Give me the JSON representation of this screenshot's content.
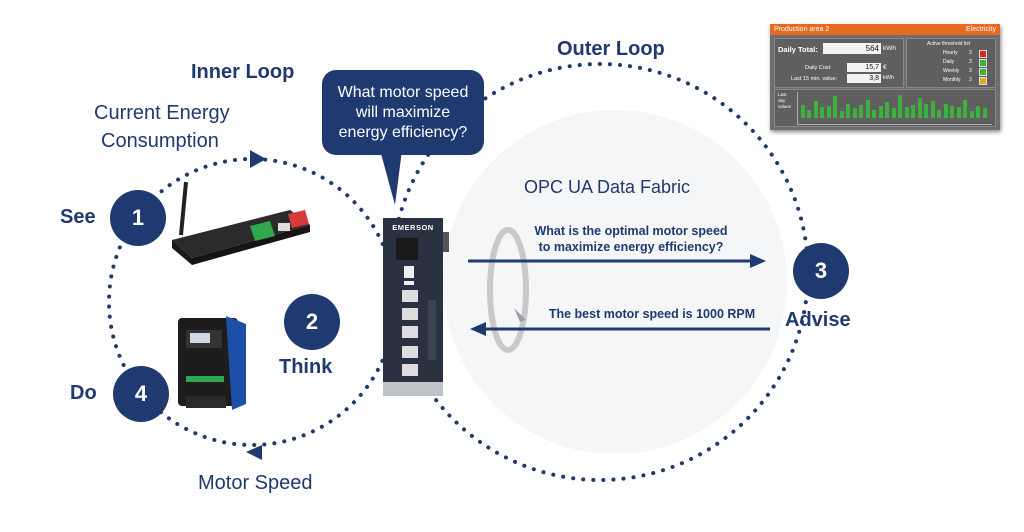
{
  "labels": {
    "inner_loop": "Inner Loop",
    "outer_loop": "Outer Loop",
    "current_energy_line1": "Current Energy",
    "current_energy_line2": "Consumption",
    "see": "See",
    "think": "Think",
    "do": "Do",
    "advise": "Advise",
    "motor_speed": "Motor Speed",
    "opc_ua": "OPC UA Data Fabric"
  },
  "steps": [
    "1",
    "2",
    "3",
    "4"
  ],
  "bubble": {
    "line1": "What motor speed",
    "line2": "will maximize",
    "line3": "energy efficiency?"
  },
  "arrows": {
    "question_line1": "What is the optimal motor speed",
    "question_line2": "to maximize energy efficiency?",
    "answer": "The best motor speed is 1000 RPM"
  },
  "device": {
    "brand": "EMERSON"
  },
  "dashboard": {
    "title_left": "Production area 2",
    "title_right": "Electricity",
    "daily_total_label": "Daily Total:",
    "daily_total_value": "564",
    "daily_total_unit": "kWh",
    "daily_cost_label": "Daily Cost:",
    "daily_cost_value": "15,7",
    "daily_cost_unit": "€",
    "last15_label": "Last 15 min. value:",
    "last15_value": "3,8",
    "last15_unit": "kWh",
    "threshold_title": "Active threshold list",
    "thresholds": [
      {
        "label": "Hourly",
        "value": "3",
        "status_color": "#d9281e"
      },
      {
        "label": "Daily",
        "value": "3",
        "status_color": "#3cb13c"
      },
      {
        "label": "Weekly",
        "value": "3",
        "status_color": "#3cb13c"
      },
      {
        "label": "Monthly",
        "value": "3",
        "status_color": "#e6a81e"
      }
    ],
    "chart_label_1": "Last",
    "chart_label_2": "day",
    "chart_label_3": "values",
    "bars": [
      0.55,
      0.35,
      0.7,
      0.45,
      0.5,
      0.9,
      0.3,
      0.6,
      0.4,
      0.55,
      0.75,
      0.35,
      0.5,
      0.65,
      0.4,
      0.95,
      0.45,
      0.55,
      0.85,
      0.6,
      0.7,
      0.35,
      0.6,
      0.5,
      0.45,
      0.75,
      0.3,
      0.5,
      0.4
    ]
  },
  "colors": {
    "navy": "#1e3a70",
    "dots": "#1e3a70",
    "dashboard_header": "#e66b1e"
  }
}
